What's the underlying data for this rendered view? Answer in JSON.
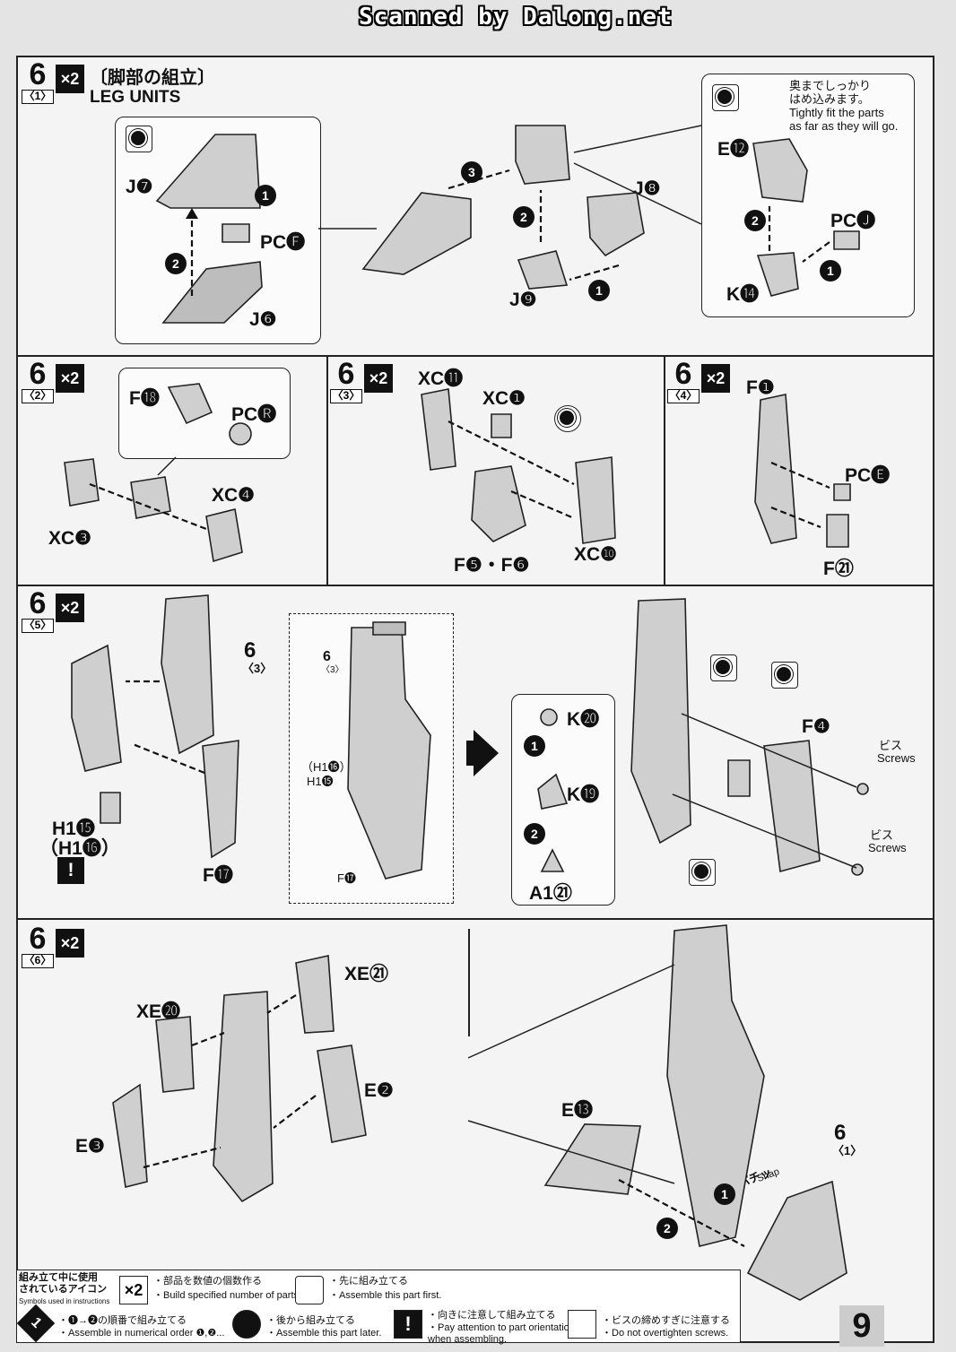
{
  "header": {
    "scan_title": "Scanned by Dalong.net"
  },
  "section1": {
    "step": "6",
    "sub": "〈1〉",
    "mult": "×2",
    "title_jp": "〔脚部の組立〕",
    "title_en": "LEG UNITS",
    "labels": {
      "j7": "J❼",
      "pcf": "PC🅕",
      "j6": "J❻",
      "j8": "J❽",
      "j9": "J❾",
      "e12": "E⓬",
      "pcj": "PC🅙",
      "k14": "K⓮"
    },
    "note_jp": "奥までしっかり\nはめ込みます。",
    "note_en": "Tightly fit the parts\nas far as they will go."
  },
  "section2": {
    "step": "6",
    "sub": "〈2〉",
    "mult": "×2",
    "labels": {
      "f18": "F⓲",
      "pcr": "PC🅡",
      "xc4": "XC❹",
      "xc3": "XC❸"
    }
  },
  "section3": {
    "step": "6",
    "sub": "〈3〉",
    "mult": "×2",
    "labels": {
      "xc11": "XC⓫",
      "xc1": "XC❶",
      "f56": "F❺・F❻",
      "xc10": "XC❿"
    }
  },
  "section4": {
    "step": "6",
    "sub": "〈4〉",
    "mult": "×2",
    "labels": {
      "f1": "F❶",
      "pce": "PC🅔",
      "f21": "F㉑"
    }
  },
  "section5": {
    "step": "6",
    "sub": "〈5〉",
    "mult": "×2",
    "labels": {
      "ref6": "6",
      "ref6sub": "〈3〉",
      "h115": "H1⓯",
      "h116": "（H1⓰）",
      "f17": "F⓱",
      "inset_ref": "6",
      "inset_ref_sub": "〈3〉",
      "inset_h116": "（H1⓰）",
      "inset_h115": "H1⓯",
      "inset_f17": "F⓱",
      "k20": "K⓴",
      "k19": "K⓳",
      "a121": "A1㉑",
      "f4": "F❹",
      "screws_jp": "ビス",
      "screws_en": "Screws"
    }
  },
  "section6": {
    "step": "6",
    "sub": "〈6〉",
    "mult": "×2",
    "labels": {
      "xe21": "XE㉑",
      "xe20": "XE⓴",
      "e2": "E❷",
      "e3": "E❸",
      "e13": "E⓭",
      "ref6": "6",
      "ref6sub": "〈1〉",
      "snap_jp": "パチッ",
      "snap_en": "Snap"
    }
  },
  "legend": {
    "title_jp": "組み立て中に使用\nされているアイコン",
    "title_en": "Symbols used in instructions",
    "items": [
      {
        "icon": "multiply-icon",
        "symbol": "×2",
        "jp": "・部品を数値の個数作る",
        "en": "・Build specified number of parts."
      },
      {
        "icon": "first-assembly-icon",
        "jp": "・先に組み立てる",
        "en": "・Assemble this part first."
      },
      {
        "icon": "numbered-order-icon",
        "symbol": "1",
        "jp": "・❶→❷の順番で組み立てる",
        "en": "・Assemble in numerical order ❶,❷..."
      },
      {
        "icon": "later-assembly-icon",
        "jp": "・後から組み立てる",
        "en": "・Assemble this part later."
      },
      {
        "icon": "attention-icon",
        "symbol": "!",
        "jp": "・向きに注意して組み立てる",
        "en": "・Pay attention to part orientation\nwhen assembling."
      },
      {
        "icon": "screw-warning-icon",
        "jp": "・ビスの締めすぎに注意する",
        "en": "・Do not overtighten screws."
      }
    ]
  },
  "page_number": "9"
}
